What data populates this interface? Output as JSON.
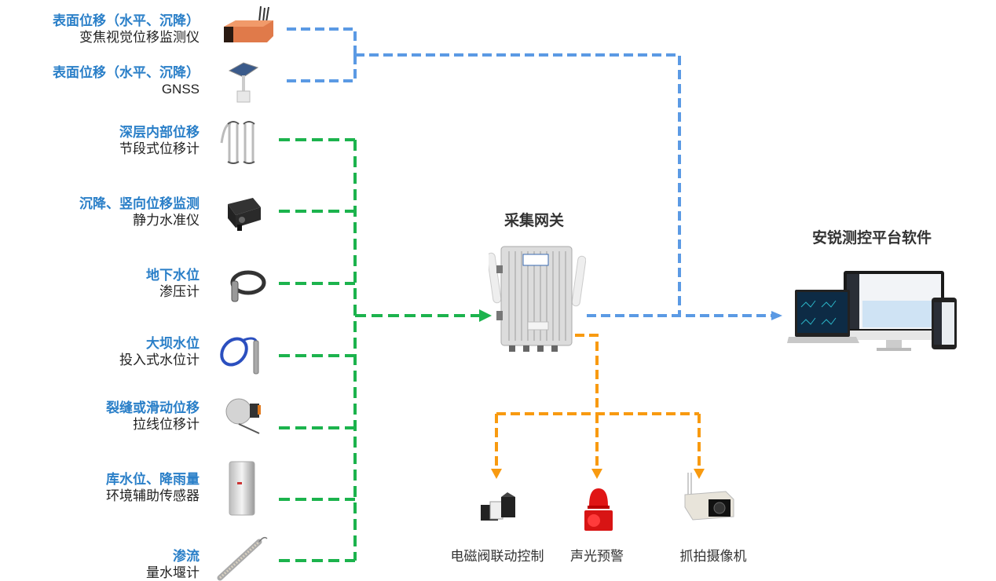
{
  "sensors": [
    {
      "category": "表面位移（水平、沉降）",
      "device": "变焦视觉位移监测仪",
      "icon": "zoom-vision-camera-icon",
      "link": "blue"
    },
    {
      "category": "表面位移（水平、沉降）",
      "device": "GNSS",
      "icon": "gnss-solar-station-icon",
      "link": "blue"
    },
    {
      "category": "深层内部位移",
      "device": "节段式位移计",
      "icon": "segment-displacement-meter-icon",
      "link": "green"
    },
    {
      "category": "沉降、竖向位移监测",
      "device": "静力水准仪",
      "icon": "static-level-icon",
      "link": "green"
    },
    {
      "category": "地下水位",
      "device": "渗压计",
      "icon": "piezometer-icon",
      "link": "green"
    },
    {
      "category": "大坝水位",
      "device": "投入式水位计",
      "icon": "submersible-level-gauge-icon",
      "link": "green"
    },
    {
      "category": "裂缝或滑动位移",
      "device": "拉线位移计",
      "icon": "draw-wire-sensor-icon",
      "link": "green"
    },
    {
      "category": "库水位、降雨量",
      "device": "环境辅助传感器",
      "icon": "rain-gauge-icon",
      "link": "green"
    },
    {
      "category": "渗流",
      "device": "量水堰计",
      "icon": "weir-meter-icon",
      "link": "green"
    }
  ],
  "gateway": {
    "title": "采集网关",
    "icon": "gateway-box-icon"
  },
  "platform": {
    "title": "安锐测控平台软件",
    "icon": "multi-device-screens-icon"
  },
  "outputs": [
    {
      "label": "电磁阀联动控制",
      "icon": "solenoid-valve-icon"
    },
    {
      "label": "声光预警",
      "icon": "alarm-siren-icon"
    },
    {
      "label": "抓拍摄像机",
      "icon": "snapshot-camera-icon"
    }
  ],
  "colors": {
    "blue": "#5b9ae4",
    "green": "#1cb34d",
    "orange": "#f89a10",
    "category_text": "#2a7fc8"
  }
}
